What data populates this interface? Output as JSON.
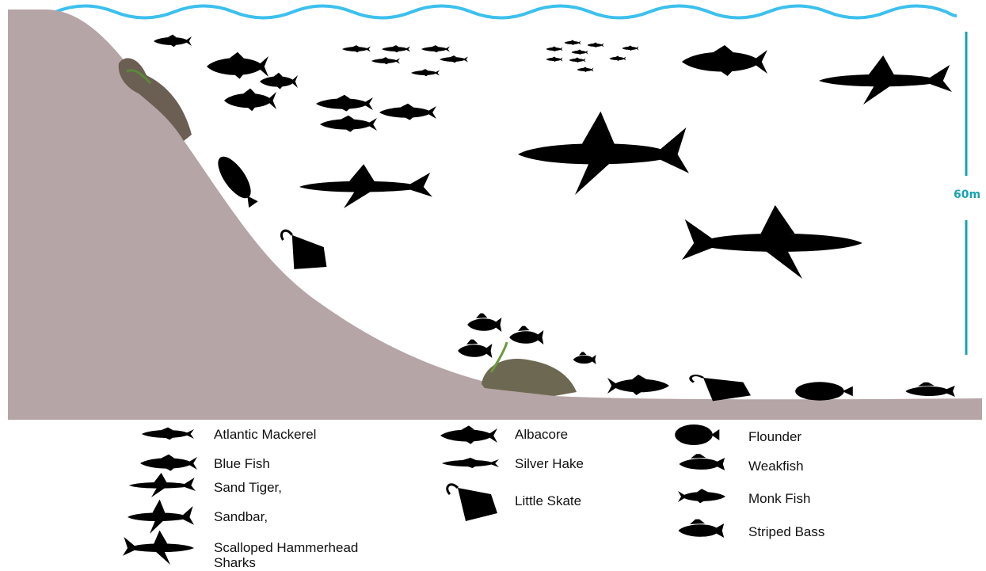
{
  "scale": {
    "depth_label": "60m",
    "color": "#1aa2b0"
  },
  "colors": {
    "water_line": "#3cc0ee",
    "seabed": "#b5a5a6",
    "silhouette": "#000000"
  },
  "legend": {
    "col1": [
      "Atlantic Mackerel",
      "Blue Fish",
      "Sand Tiger,",
      "Sandbar,",
      "Scalloped Hammerhead",
      "Sharks"
    ],
    "col2": [
      "Albacore",
      "Silver Hake",
      "Little Skate"
    ],
    "col3": [
      "Flounder",
      "Weakfish",
      "Monk Fish",
      "Striped Bass"
    ]
  }
}
